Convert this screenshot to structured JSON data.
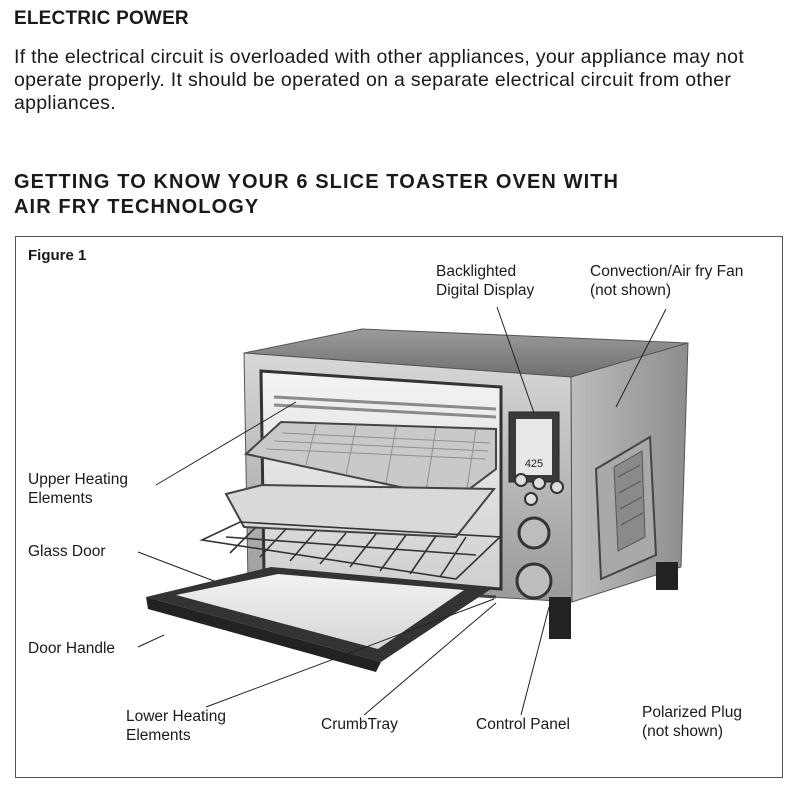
{
  "section1": {
    "heading": "ELECTRIC POWER",
    "paragraph": "If the electrical circuit is overloaded with other appliances, your appliance may not operate properly. It should be operated on a separate electrical circuit from other appliances."
  },
  "section2": {
    "heading_line1": "GETTING TO KNOW YOUR 6 SLICE TOASTER OVEN WITH",
    "heading_line2": "AIR FRY TECHNOLOGY"
  },
  "figure": {
    "title": "Figure 1",
    "labels": {
      "backlighted_display": "Backlighted\nDigital Display",
      "convection_fan": "Convection/Air fry Fan\n(not shown)",
      "upper_heating": "Upper Heating\nElements",
      "glass_door": "Glass Door",
      "door_handle": "Door Handle",
      "lower_heating": "Lower Heating\nElements",
      "crumb_tray": "CrumbTray",
      "control_panel": "Control Panel",
      "polarized_plug": "Polarized Plug\n(not shown)"
    },
    "display_readout": "425"
  }
}
